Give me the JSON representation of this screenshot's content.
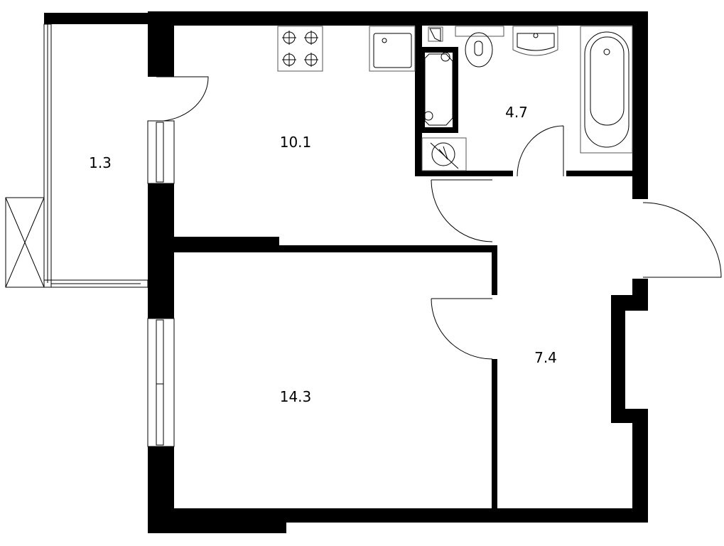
{
  "plan": {
    "wall_color": "#000000",
    "background": "#ffffff",
    "rooms": [
      {
        "id": "balcony",
        "area": "1.3"
      },
      {
        "id": "kitchen",
        "area": "10.1"
      },
      {
        "id": "bathroom",
        "area": "4.7"
      },
      {
        "id": "bedroom",
        "area": "14.3"
      },
      {
        "id": "hallway",
        "area": "7.4"
      }
    ],
    "fixtures": [
      "stove-icon",
      "sink-icon",
      "toilet-icon",
      "washbasin-icon",
      "bathtub-icon",
      "shaft-icon",
      "boiler-icon",
      "air-conditioner-icon"
    ]
  }
}
